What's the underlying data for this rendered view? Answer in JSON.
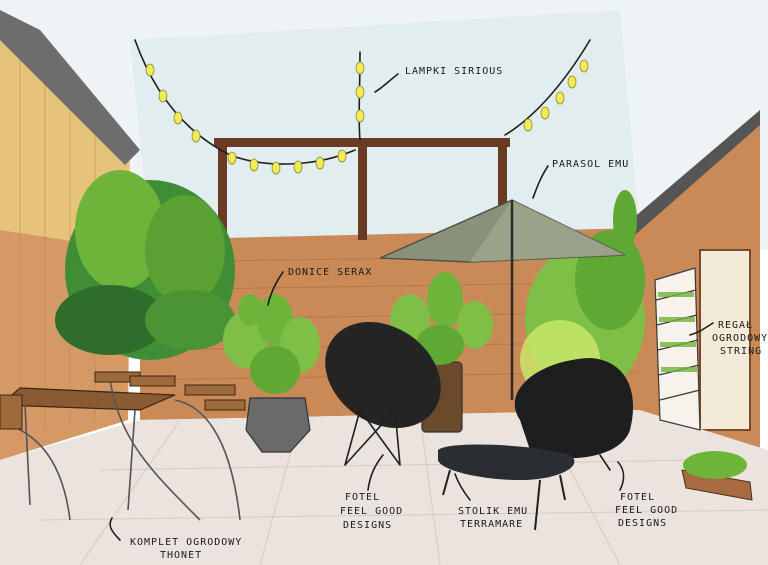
{
  "labels": {
    "lights": "LAMPKI SIRIOUS",
    "parasol": "PARASOL EMU",
    "pots": "DONICE SERAX",
    "shelf_line1": "REGAŁ",
    "shelf_line2": "OGRODOWY",
    "shelf_line3": "STRING",
    "chair1_line1": "FOTEL",
    "chair1_line2": "FEEL GOOD",
    "chair1_line3": "DESIGNS",
    "table_line1": "STOLIK EMU",
    "table_line2": "TERRAMARE",
    "chair2_line1": "FOTEL",
    "chair2_line2": "FEEL GOOD",
    "chair2_line3": "DESIGNS",
    "set_line1": "KOMPLET OGRODOWY",
    "set_line2": "THONET"
  },
  "colors": {
    "wall_wood": "#c98a58",
    "wall_left": "#e7c27a",
    "floor": "#ebe4de",
    "sky": "#e9f1f5",
    "plant_green": "#6fb43a",
    "dark_green": "#2f6e2a",
    "parasol": "#8a917a",
    "chair_black": "#1e1e1e",
    "bulb": "#f3ea5a",
    "beam": "#6b3a22"
  }
}
